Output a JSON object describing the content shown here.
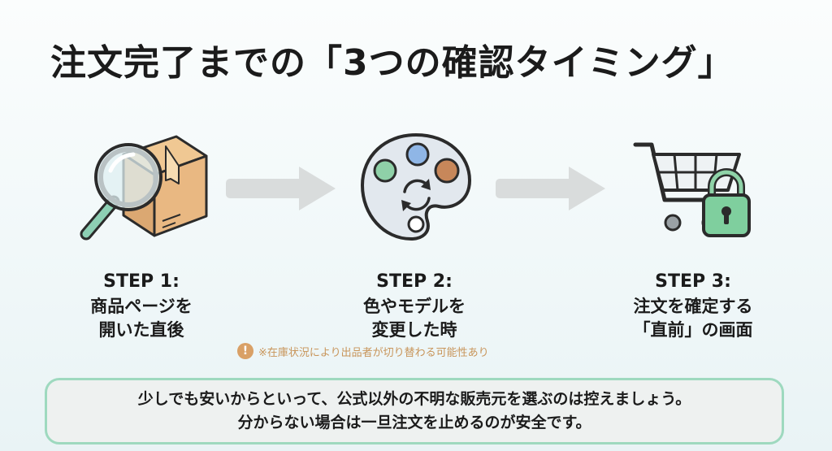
{
  "title": "注文完了までの「3つの確認タイミング」",
  "steps": [
    {
      "label": "STEP 1:",
      "lines": [
        "商品ページを",
        "開いた直後"
      ],
      "icon": "magnifier-box-icon"
    },
    {
      "label": "STEP 2:",
      "lines": [
        "色やモデルを",
        "変更した時"
      ],
      "icon": "palette-refresh-icon"
    },
    {
      "label": "STEP 3:",
      "lines": [
        "注文を確定する",
        "「直前」の画面"
      ],
      "icon": "cart-lock-icon"
    }
  ],
  "note": {
    "icon": "exclamation-icon",
    "text": "※在庫状況により出品者が切り替わる可能性あり"
  },
  "callout": {
    "line1": "少しでも安いからといって、公式以外の不明な販売元を選ぶのは控えましょう。",
    "line2": "分からない場合は一旦注文を止めるのが安全です。"
  },
  "colors": {
    "accent_green": "#9ed9bf",
    "note_orange": "#d9a066",
    "arrow_gray": "#d9dcdc",
    "box_brown": "#e2b07a",
    "lock_green": "#7fcf9e"
  }
}
